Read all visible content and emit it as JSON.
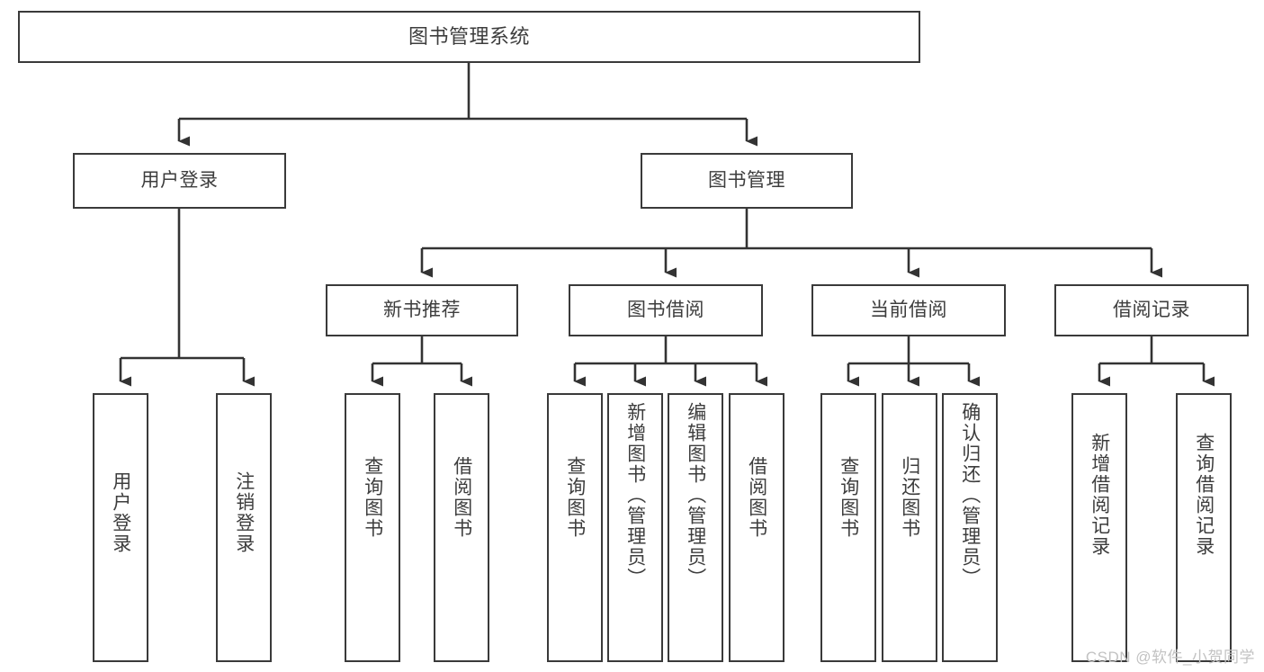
{
  "diagram": {
    "title": "图书管理系统",
    "type": "hierarchy-tree",
    "colors": {
      "box_border": "#3a3a3a",
      "box_fill": "#ffffff",
      "connector": "#333333",
      "text": "#3d3d3d",
      "watermark": "#c2c2c2",
      "background": "#ffffff"
    },
    "watermark": "CSDN @软件_小贺同学"
  },
  "nodes": {
    "root": {
      "label": "图书管理系统"
    },
    "level2": [
      {
        "label": "用户登录"
      },
      {
        "label": "图书管理"
      }
    ],
    "level3": [
      {
        "label": "新书推荐"
      },
      {
        "label": "图书借阅"
      },
      {
        "label": "当前借阅"
      },
      {
        "label": "借阅记录"
      }
    ],
    "leaves_user_login": [
      {
        "label": "用户登录"
      },
      {
        "label": "注销登录"
      }
    ],
    "leaves_new_books": [
      {
        "label": "查询图书"
      },
      {
        "label": "借阅图书"
      }
    ],
    "leaves_borrow": [
      {
        "label": "查询图书"
      },
      {
        "label": "新增图书（管理员）"
      },
      {
        "label": "编辑图书（管理员）"
      },
      {
        "label": "借阅图书"
      }
    ],
    "leaves_current": [
      {
        "label": "查询图书"
      },
      {
        "label": "归还图书"
      },
      {
        "label": "确认归还（管理员）"
      }
    ],
    "leaves_records": [
      {
        "label": "新增借阅记录"
      },
      {
        "label": "查询借阅记录"
      }
    ]
  }
}
